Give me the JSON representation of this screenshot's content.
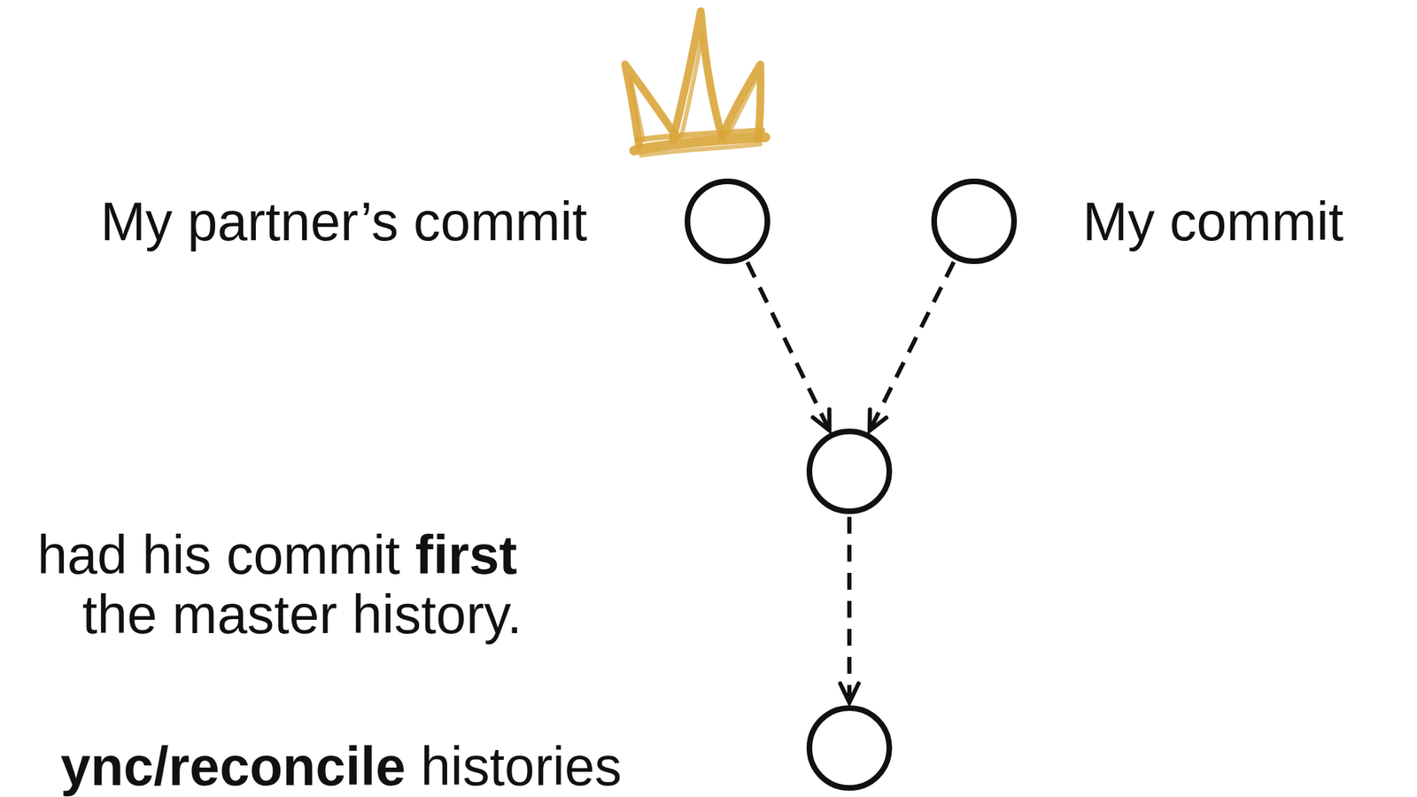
{
  "diagram": {
    "nodes": [
      {
        "text": [
          "My partner’s commit"
        ]
      },
      {
        "text": [
          "My commit"
        ]
      },
      {
        "text": []
      },
      {
        "text": []
      }
    ],
    "edges": [
      {
        "from": 0,
        "to": 2,
        "arrow": "to"
      },
      {
        "from": 1,
        "to": 2,
        "arrow": "to"
      },
      {
        "from": 2,
        "to": 3,
        "arrow": "to"
      }
    ],
    "labels": [
      "had his commit",
      "first",
      "the master history.",
      "ync/reconcile",
      "histories"
    ]
  }
}
